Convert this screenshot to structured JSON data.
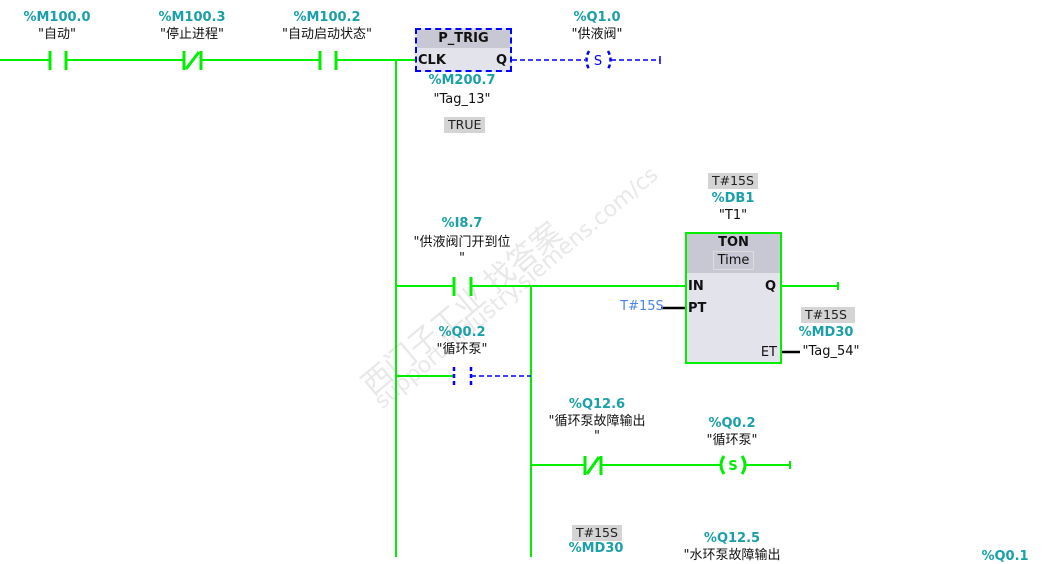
{
  "colors": {
    "powered": "#00ee00",
    "unpowered": "#0000ff",
    "address": "#1aa0a8",
    "constant_blue": "#4a86e8"
  },
  "watermark": {
    "line1": "西门子工业  找答案",
    "line2": "support.industry.siemens.com/cs"
  },
  "rung1": {
    "contact1": {
      "address": "%M100.0",
      "symbol": "\"自动\""
    },
    "contact2": {
      "address": "%M100.3",
      "symbol": "\"停止进程\""
    },
    "contact3": {
      "address": "%M100.2",
      "symbol": "\"自动启动状态\""
    },
    "ptrig": {
      "title": "P_TRIG",
      "pin_clk": "CLK",
      "pin_q": "Q",
      "address": "%M200.7",
      "symbol": "\"Tag_13\"",
      "value": "TRUE"
    },
    "coil": {
      "address": "%Q1.0",
      "symbol": "\"供液阀\"",
      "type": "S"
    }
  },
  "rung2": {
    "contact1": {
      "address": "%I8.7",
      "symbol": "\"供液阀门开到位",
      "symbol_cont": "\""
    },
    "contact2": {
      "address": "%Q0.2",
      "symbol": "\"循环泵\""
    },
    "ton": {
      "title": "TON",
      "type": "Time",
      "instance_value": "T#15S",
      "instance_address": "%DB1",
      "instance_symbol": "\"T1\"",
      "pin_in": "IN",
      "pin_pt": "PT",
      "pin_q": "Q",
      "pin_et": "ET",
      "pt_value": "T#15S",
      "et_value": "T#15S",
      "et_address": "%MD30",
      "et_symbol": "\"Tag_54\""
    }
  },
  "rung3": {
    "contact": {
      "address": "%Q12.6",
      "symbol": "\"循环泵故障输出",
      "symbol_cont": "\""
    },
    "coil": {
      "address": "%Q0.2",
      "symbol": "\"循环泵\"",
      "type": "S"
    }
  },
  "rung4": {
    "compare_value": "T#15S",
    "compare_address": "%MD30",
    "contact": {
      "address": "%Q12.5",
      "symbol": "\"水环泵故障输出"
    },
    "coil": {
      "address": "%Q0.1"
    }
  }
}
